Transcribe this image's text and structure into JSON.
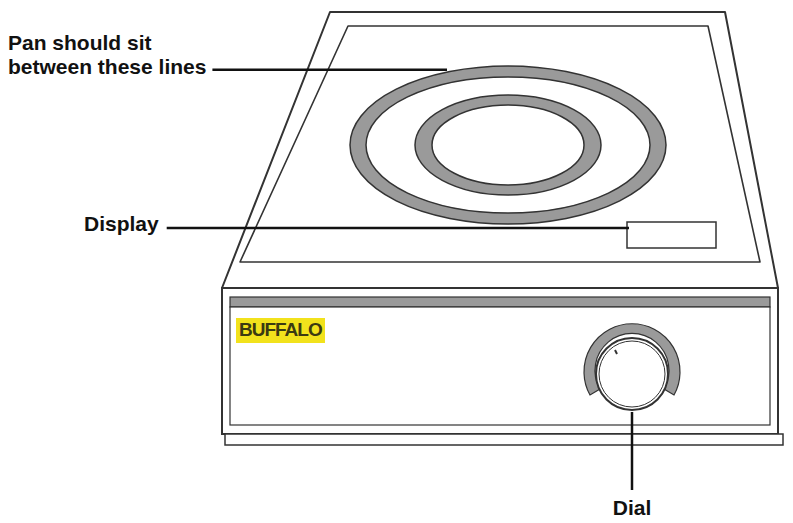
{
  "diagram": {
    "nodes": [
      {
        "text": [
          "BUFFALO"
        ]
      }
    ],
    "labels": [
      "Pan should sit between these lines",
      "Display",
      "Dial"
    ]
  }
}
